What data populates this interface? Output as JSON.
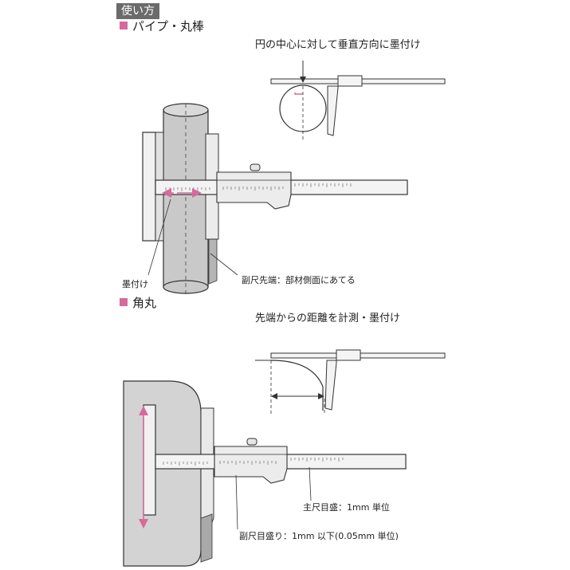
{
  "header": {
    "usage_label": "使い方"
  },
  "sections": {
    "pipe": {
      "title": "パイプ・丸棒",
      "caption": "円の中心に対して垂直方向に墨付け",
      "note_marking": "墨付け",
      "note_tip": "副尺先端：部材側面にあてる"
    },
    "corner": {
      "title": "角丸",
      "caption": "先端からの距離を計測・墨付け",
      "note_main_scale": "主尺目盛：1mm 単位",
      "note_vernier": "副尺目盛り：1mm 以下(0.05mm 単位)"
    }
  },
  "colors": {
    "accent_pink": "#d66a9a",
    "tag_gray": "#6b6b6b",
    "pipe_fill": "#c9c9c9",
    "block_fill": "#d3d3d3",
    "tool_fill": "#efefef",
    "line": "#333333"
  }
}
